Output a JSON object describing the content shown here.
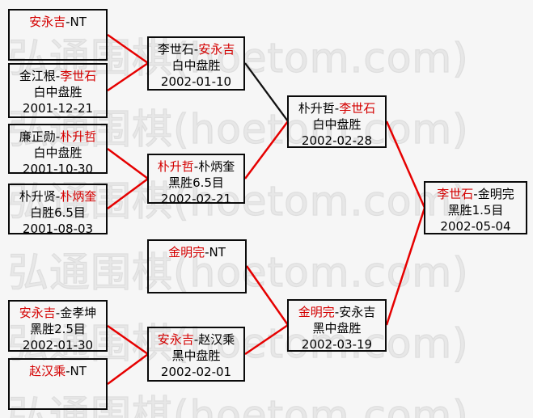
{
  "watermark": {
    "text": "弘通围棋(hoetom.com)",
    "rows": 6
  },
  "colors": {
    "red_text": "#d40000",
    "red_line": "#e60000",
    "black_line": "#111111",
    "box_border": "#0a0a0a",
    "background": "#f6f6f6",
    "watermark_gray": "#e7e7e7"
  },
  "boxes": {
    "l1": {
      "pre": "安永吉",
      "suf": "-NT"
    },
    "l2": {
      "pre": "金江根-",
      "suf": "李世石",
      "result": "白中盘胜",
      "date": "2001-12-21"
    },
    "l3": {
      "pre": "廉正勋-",
      "suf": "朴升哲",
      "result": "白中盘胜",
      "date": "2001-10-30"
    },
    "l4": {
      "pre": "朴升贤-",
      "suf": "朴炳奎",
      "result": "白胜6.5目",
      "date": "2001-08-03"
    },
    "l5": {
      "pre": "安永吉",
      "suf": "-金孝坤",
      "result": "黑胜2.5目",
      "date": "2002-01-30"
    },
    "l6": {
      "pre": "赵汉乘",
      "suf": "-NT"
    },
    "m1": {
      "pre": "李世石-",
      "suf": "安永吉",
      "result": "白中盘胜",
      "date": "2002-01-10"
    },
    "m2": {
      "pre": "朴升哲",
      "suf": "-朴炳奎",
      "result": "黑胜6.5目",
      "date": "2002-02-21"
    },
    "m3": {
      "pre": "金明完",
      "suf": "-NT"
    },
    "m4": {
      "pre": "安永吉",
      "suf": "-赵汉乘",
      "result": "黑中盘胜",
      "date": "2002-02-01"
    },
    "s1": {
      "pre": "朴升哲-",
      "suf": "李世石",
      "result": "白中盘胜",
      "date": "2002-02-28"
    },
    "s2": {
      "pre": "金明完",
      "suf": "-安永吉",
      "result": "黑中盘胜",
      "date": "2002-03-19"
    },
    "f": {
      "pre": "李世石",
      "suf": "-金明完",
      "result": "黑胜1.5目",
      "date": "2002-05-04"
    }
  },
  "connectors": [
    {
      "from": "l1",
      "to": "m1",
      "color": "red"
    },
    {
      "from": "l2",
      "to": "m1",
      "color": "red"
    },
    {
      "from": "l3",
      "to": "m2",
      "color": "red"
    },
    {
      "from": "l4",
      "to": "m2",
      "color": "red"
    },
    {
      "from": "l5",
      "to": "m4",
      "color": "red"
    },
    {
      "from": "l6",
      "to": "m4",
      "color": "red"
    },
    {
      "from": "m1",
      "to": "s1",
      "color": "black"
    },
    {
      "from": "m2",
      "to": "s1",
      "color": "red"
    },
    {
      "from": "m3",
      "to": "s2",
      "color": "red"
    },
    {
      "from": "m4",
      "to": "s2",
      "color": "red"
    },
    {
      "from": "s1",
      "to": "f",
      "color": "red"
    },
    {
      "from": "s2",
      "to": "f",
      "color": "red"
    }
  ]
}
